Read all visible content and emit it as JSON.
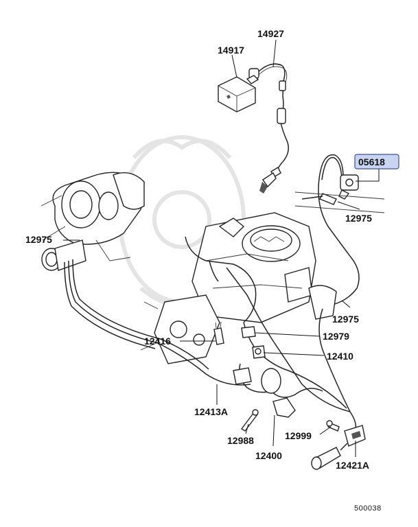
{
  "diagram": {
    "highlighted_part": "05618",
    "highlight_color": "#c8d4f0",
    "reference_number": "500038",
    "callouts": [
      {
        "id": "14927",
        "label": "14927"
      },
      {
        "id": "14917",
        "label": "14917"
      },
      {
        "id": "05618",
        "label": "05618"
      },
      {
        "id": "12975a",
        "label": "12975"
      },
      {
        "id": "12975b",
        "label": "12975"
      },
      {
        "id": "12975c",
        "label": "12975"
      },
      {
        "id": "12979",
        "label": "12979"
      },
      {
        "id": "12416",
        "label": "12416"
      },
      {
        "id": "12410",
        "label": "12410"
      },
      {
        "id": "12413A",
        "label": "12413A"
      },
      {
        "id": "12988",
        "label": "12988"
      },
      {
        "id": "12400",
        "label": "12400"
      },
      {
        "id": "12999",
        "label": "12999"
      },
      {
        "id": "12421A",
        "label": "12421A"
      }
    ]
  }
}
